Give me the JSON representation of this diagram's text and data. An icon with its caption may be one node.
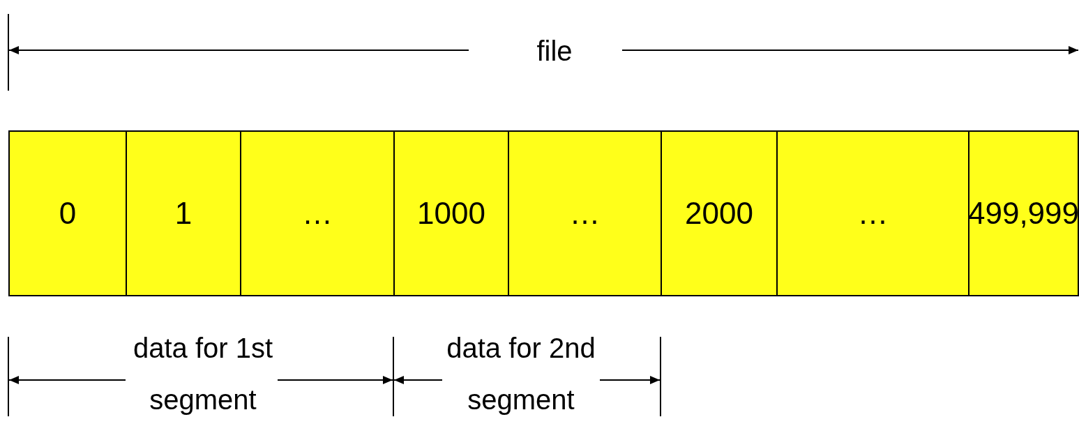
{
  "diagram": {
    "nodes": [
      {
        "text": [
          "0"
        ]
      },
      {
        "text": [
          "1"
        ]
      },
      {
        "text": [
          "…"
        ]
      },
      {
        "text": [
          "1000"
        ]
      },
      {
        "text": [
          "…"
        ]
      },
      {
        "text": [
          "2000"
        ]
      },
      {
        "text": [
          "…"
        ]
      },
      {
        "text": [
          "499,999"
        ]
      }
    ],
    "edges": [],
    "labels": [
      "file",
      "data for 1st segment",
      "data for 2nd segment"
    ]
  }
}
